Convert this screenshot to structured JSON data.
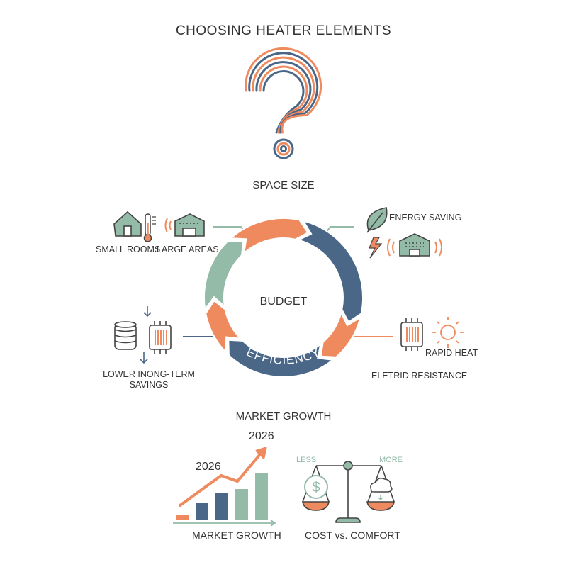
{
  "title": "CHOOSING HEATER ELEMENTS",
  "colors": {
    "orange": "#EE8A5E",
    "navy": "#4A6788",
    "sage": "#93BBA8",
    "text": "#333333"
  },
  "top_label": "SPACE SIZE",
  "cycle": {
    "center": "BUDGET",
    "arc_label": "EFFICIENCY"
  },
  "space_size": {
    "small": "SMALL ROOMS",
    "large": "LARGE AREAS",
    "icons": [
      "house-icon",
      "thermometer-icon",
      "heat-wave-icon",
      "warehouse-icon"
    ]
  },
  "energy": {
    "label": "ENERGY SAVING",
    "icons": [
      "leaf-icon",
      "lightning-icon",
      "heat-wave-icon",
      "building-icon"
    ]
  },
  "savings": {
    "line1": "LOWER INONG-TERM",
    "line2": "SAVINGS",
    "icons": [
      "down-arrow-icon",
      "coin-stack-icon",
      "heater-element-icon"
    ]
  },
  "resistance": {
    "rapid": "RAPID HEAT",
    "label": "ELETRID RESISTANCE",
    "icons": [
      "heater-element-icon",
      "sun-icon"
    ]
  },
  "market": {
    "heading": "MARKET GROWTH",
    "year_top": "2026",
    "year_mid": "2026",
    "caption": "MARKET GROWTH"
  },
  "scale": {
    "less": "LESS",
    "more": "MORE",
    "caption": "COST vs. COMFORT"
  }
}
